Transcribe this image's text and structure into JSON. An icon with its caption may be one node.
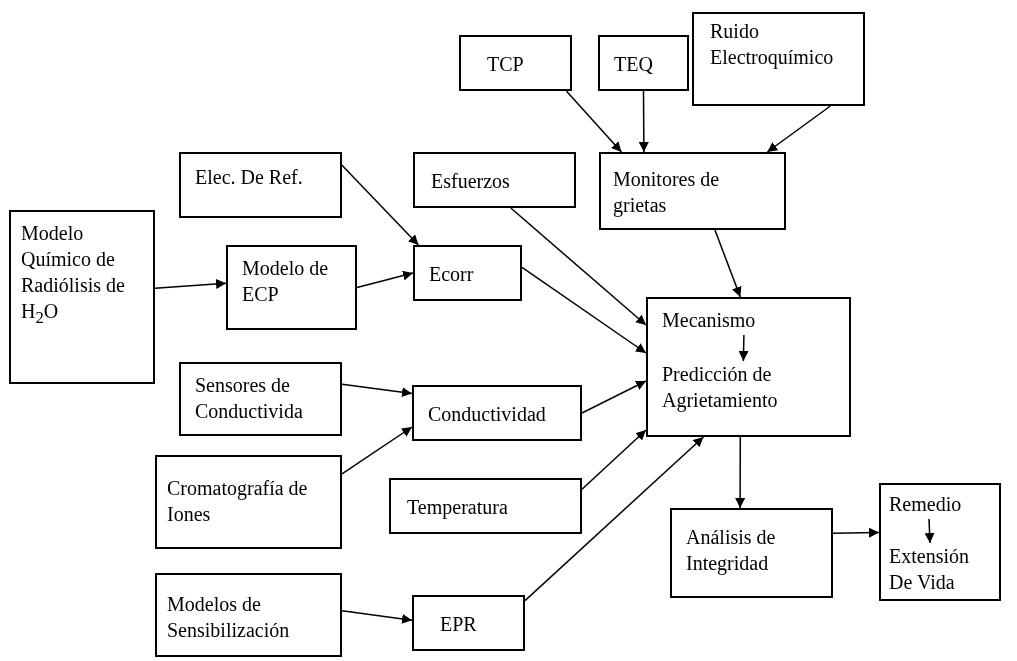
{
  "diagram": {
    "nodes": [
      {
        "text": [
          "TCP"
        ]
      },
      {
        "text": [
          "TEQ"
        ]
      },
      {
        "text": [
          "Ruido Electroquímico"
        ]
      },
      {
        "text": [
          "Elec. De Ref."
        ]
      },
      {
        "text": [
          "Esfuerzos"
        ]
      },
      {
        "text": [
          "Monitores de grietas"
        ]
      },
      {
        "text": [
          "Modelo Químico de Radiólisis de H$_{2}$O"
        ]
      },
      {
        "text": [
          "Modelo de ECP"
        ]
      },
      {
        "text": [
          "Ecorr"
        ]
      },
      {
        "text": [],
        "shape": "box"
      },
      {
        "text": [
          "Mecanismo"
        ],
        "in": 9
      },
      {
        "text": [
          "Predicción de Agrietamiento"
        ],
        "in": 9
      },
      {
        "text": [
          "Sensores de Conductivida"
        ]
      },
      {
        "text": [
          "Conductividad"
        ]
      },
      {
        "text": [
          "Cromatografía de Iones"
        ]
      },
      {
        "text": [
          "Temperatura"
        ]
      },
      {
        "text": [
          "Análisis de Integridad"
        ]
      },
      {
        "text": [],
        "shape": "box"
      },
      {
        "text": [
          "Remedio"
        ],
        "in": 17
      },
      {
        "text": [
          "Extensión De Vida"
        ],
        "in": 17
      },
      {
        "text": [
          "Modelos de Sensibilización"
        ]
      },
      {
        "text": [
          "EPR"
        ]
      }
    ],
    "edges": [
      {
        "from": 0,
        "to": 5,
        "arrow": "to"
      },
      {
        "from": 1,
        "to": 5,
        "arrow": "to"
      },
      {
        "from": 2,
        "to": 5,
        "arrow": "to"
      },
      {
        "from": 3,
        "to": 8,
        "arrow": "to"
      },
      {
        "from": 4,
        "to": 9,
        "arrow": "to"
      },
      {
        "from": 5,
        "to": 9,
        "arrow": "to"
      },
      {
        "from": 6,
        "to": 7,
        "arrow": "to"
      },
      {
        "from": 7,
        "to": 8,
        "arrow": "to"
      },
      {
        "from": 8,
        "to": 9,
        "arrow": "to"
      },
      {
        "from": 10,
        "to": 11,
        "arrow": "to"
      },
      {
        "from": 12,
        "to": 13,
        "arrow": "to"
      },
      {
        "from": 14,
        "to": 13,
        "arrow": "to"
      },
      {
        "from": 13,
        "to": 9,
        "arrow": "to"
      },
      {
        "from": 15,
        "to": 9,
        "arrow": "to"
      },
      {
        "from": 21,
        "to": 9,
        "arrow": "to"
      },
      {
        "from": 9,
        "to": 16,
        "arrow": "to"
      },
      {
        "from": 16,
        "to": 17,
        "arrow": "to"
      },
      {
        "from": 18,
        "to": 19,
        "arrow": "to"
      },
      {
        "from": 20,
        "to": 21,
        "arrow": "to"
      }
    ]
  }
}
